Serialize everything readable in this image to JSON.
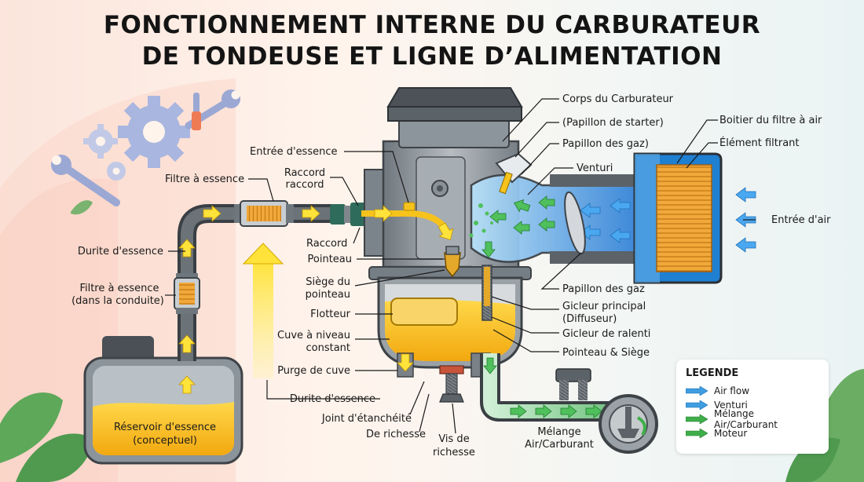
{
  "title": {
    "line1": "FONCTIONNEMENT INTERNE DU CARBURATEUR",
    "line2": "DE TONDEUSE ET LIGNE D’ALIMENTATION"
  },
  "labels": {
    "corps": "Corps du Carburateur",
    "starter": "(Papillon de starter)",
    "papillon_gaz_top": "Papillon des gaz)",
    "venturi": "Venturi",
    "boitier_filtre": "Boitier du filtre à air",
    "element_filtrant": "Élément filtrant",
    "entree_air": "Entrée d'air",
    "entree_essence": "Entrée d'essence",
    "raccord_1": "Raccord",
    "raccord_2": "raccord",
    "filtre_essence": "Filtre à essence",
    "raccord_bottom": "Raccord",
    "durite_top": "Durite d'essence",
    "pointeau": "Pointeau",
    "siege_1": "Siège du",
    "siege_2": "pointeau",
    "filtre_conduite_1": "Filtre à essence",
    "filtre_conduite_2": "(dans la conduite)",
    "flotteur": "Flotteur",
    "cuve_1": "Cuve à niveau",
    "cuve_2": "constant",
    "purge": "Purge de cuve",
    "durite_bottom": "Durite d'essence",
    "joint": "Joint d'étanchéité",
    "de_richesse": "De richesse",
    "vis_1": "Vis de",
    "vis_2": "richesse",
    "melange_1": "Mélange",
    "melange_2": "Air/Carburant",
    "papillon_gaz": "Papillon des gaz",
    "gicleur_principal_1": "Gicleur principal",
    "gicleur_principal_2": "(Diffuseur)",
    "gicleur_ralenti": "Gicleur de ralenti",
    "pointeau_siege": "Pointeau & Siège",
    "reservoir_1": "Réservoir d'essence",
    "reservoir_2": "(conceptuel)"
  },
  "legend": {
    "title": "LEGENDE",
    "items": [
      {
        "label": "Air flow",
        "color": "#3f9de0"
      },
      {
        "label": "Venturi",
        "color": "#3f9de0"
      },
      {
        "label": "Mélange Air/Carburant",
        "color": "#3fae4a"
      },
      {
        "label": "Moteur",
        "color": "#3fae4a"
      }
    ]
  },
  "colors": {
    "fuel": "#f6c21c",
    "fuel_arrow": "#ffe33a",
    "air": "#3f9de0",
    "mixture": "#3fae4a",
    "metal": "#8a9299",
    "filter": "#f0a93a"
  }
}
